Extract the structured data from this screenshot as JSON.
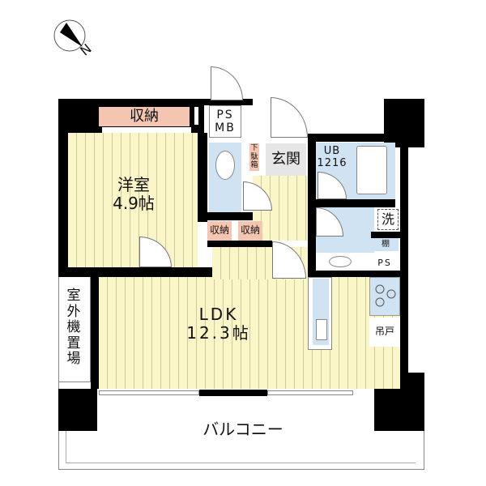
{
  "compass": {
    "letter": "N"
  },
  "rooms": {
    "western_room": {
      "name": "洋室",
      "size": "4.9帖"
    },
    "ldk": {
      "name": "LDK",
      "size": "12.3帖"
    },
    "entrance": {
      "name": "玄関"
    },
    "unit_bath": {
      "name": "UB",
      "size": "1216"
    },
    "balcony": {
      "name": "バルコニー"
    },
    "outdoor_unit": {
      "name": "室外\n機置\n場"
    }
  },
  "labels": {
    "closet_main": "収納",
    "closet_a": "収納",
    "closet_b": "収納",
    "ps_mb": "PS\nMB",
    "shoe_box": "下\n駄\n箱",
    "washer": "洗",
    "shelf": "棚",
    "ps": "PS",
    "hanging_cabinet": "吊戸"
  },
  "colors": {
    "floor": "#fbf6c8",
    "wet_area": "#cfe3f3",
    "storage": "#f4c5b0",
    "wall": "#000000"
  }
}
